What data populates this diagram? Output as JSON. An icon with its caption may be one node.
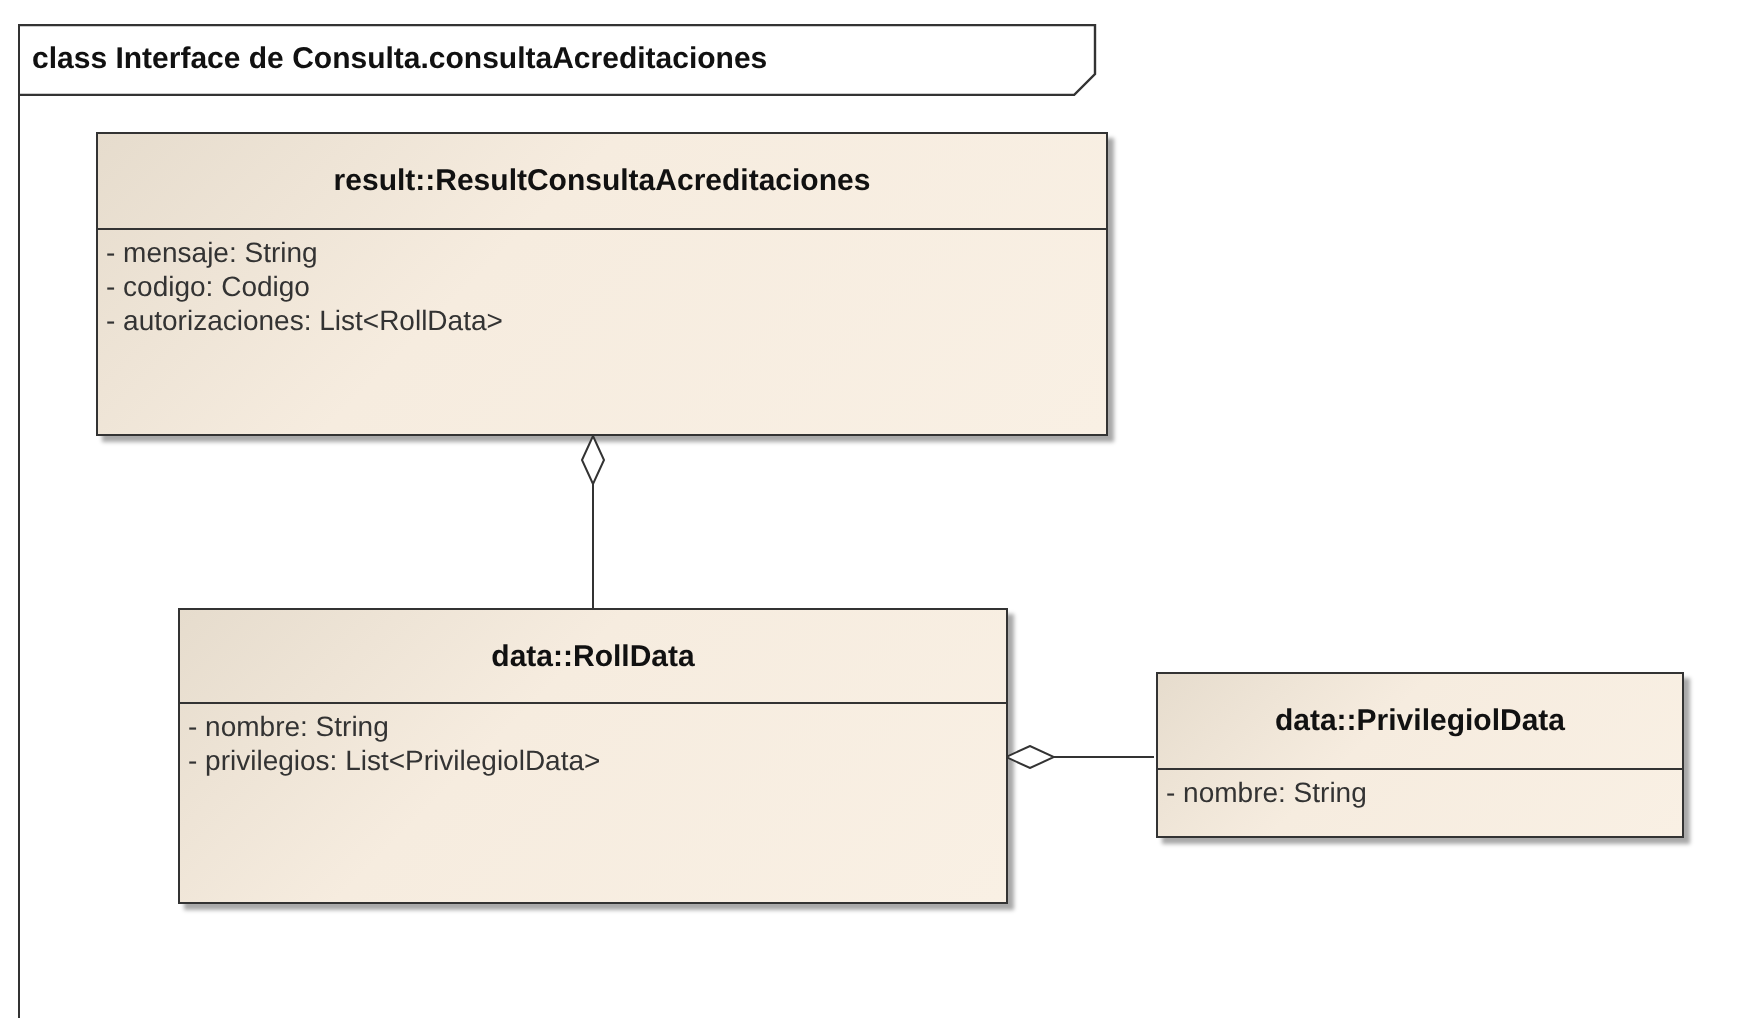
{
  "diagram": {
    "nodes": [
      {
        "text": [
          "class Interface de Consulta.consultaAcreditaciones"
        ]
      },
      {
        "text": [
          "result::ResultConsultaAcreditaciones",
          "- mensaje: String",
          "- codigo: Codigo",
          "- autorizaciones: List<RollData>"
        ],
        "in": 0
      },
      {
        "text": [
          "data::RollData",
          "- nombre: String",
          "- privilegios: List<PrivilegiolData>"
        ],
        "in": 0
      },
      {
        "text": [
          "data::PrivilegiolData",
          "- nombre: String"
        ],
        "in": 0
      }
    ],
    "edges": [
      {
        "from": 2,
        "to": 1,
        "arrow": "other"
      },
      {
        "from": 3,
        "to": 2,
        "arrow": "other"
      }
    ]
  }
}
